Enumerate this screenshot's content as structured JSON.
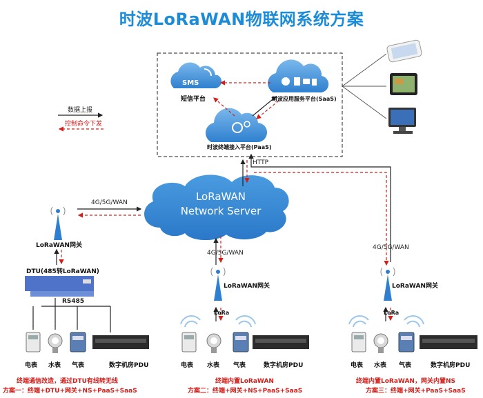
{
  "title": "时波LoRaWAN物联网系统方案",
  "cloud_platforms": {
    "sms_icon_text": "SMS",
    "sms_label": "短信平台",
    "saas_label": "时波应用服务平台(SaaS)",
    "paas_label": "时波终端接入平台(PaaS)"
  },
  "legend": {
    "data_up": "数据上报",
    "cmd_down": "控制命令下发"
  },
  "network_server": {
    "line1": "LoRaWAN",
    "line2": "Network Server"
  },
  "links": {
    "http": "HTTP",
    "wan_left": "4G/5G/WAN",
    "wan_mid": "4G/5G/WAN",
    "wan_right": "4G/5G/WAN"
  },
  "scheme1": {
    "gateway": "LoRaWAN网关",
    "dtu": "DTU(485转LoRaWAN)",
    "bus": "RS485",
    "devices": [
      "电表",
      "水表",
      "气表",
      "数字机房PDU"
    ],
    "note": "终端通信改造，通过DTU有线转无线",
    "formula": "方案一：终端+DTU+网关+NS+PaaS+SaaS"
  },
  "scheme2": {
    "gateway": "LoRaWAN网关",
    "lora": "LoRa",
    "devices": [
      "电表",
      "水表",
      "气表",
      "数字机房PDU"
    ],
    "note": "终端内置LoRaWAN",
    "formula": "方案二：终端+网关+NS+PaaS+SaaS"
  },
  "scheme3": {
    "gateway": "LoRaWAN网关",
    "lora": "LoRa",
    "devices": [
      "电表",
      "水表",
      "气表",
      "数字机房PDU"
    ],
    "note": "终端内置LoRaWAN，网关内置NS",
    "formula": "方案三：终端+网关+PaaS+SaaS"
  },
  "colors": {
    "title": "#1c8cd8",
    "cloud_fill": "#3f8fd6",
    "data_line": "#222222",
    "cmd_line": "#d0201b"
  }
}
